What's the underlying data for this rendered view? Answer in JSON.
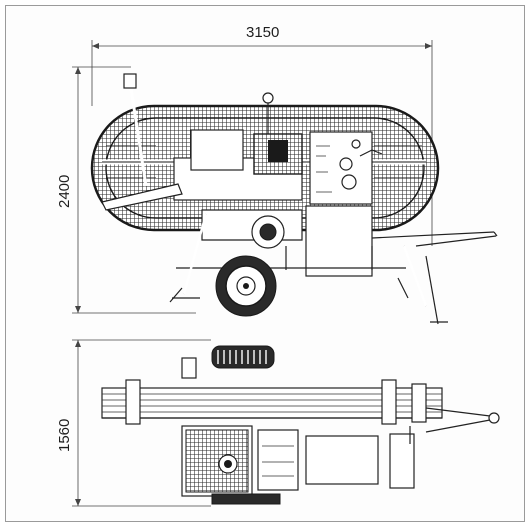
{
  "dimensions": {
    "overall_length": "3150",
    "overall_height": "2400",
    "overall_width": "1560"
  },
  "colors": {
    "ink": "#222222",
    "background": "#ffffff"
  }
}
